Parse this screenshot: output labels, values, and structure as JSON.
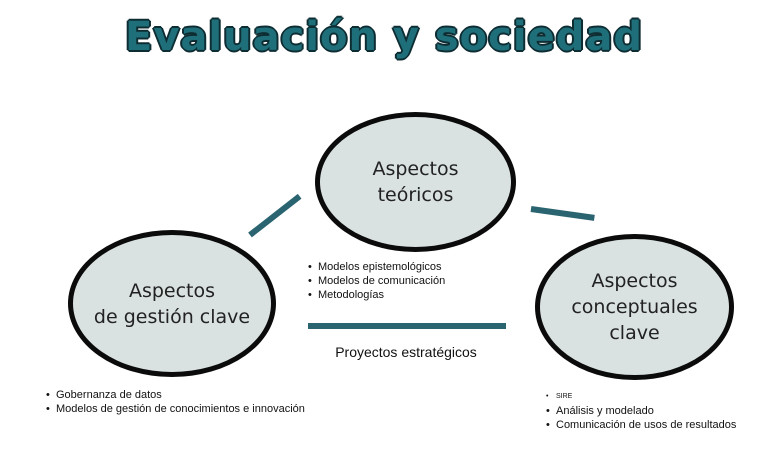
{
  "title": "Evaluación y sociedad",
  "nodes": {
    "theoretical": {
      "label": "Aspectos\nteóricos"
    },
    "management": {
      "label": "Aspectos\nde gestión clave"
    },
    "conceptual": {
      "label": "Aspectos\nconceptuales\nclave"
    }
  },
  "lists": {
    "theoretical": [
      "Modelos epistemológicos",
      "Modelos de comunicación",
      "Metodologías"
    ],
    "management": [
      "Gobernanza de datos",
      "Modelos de gestión de conocimientos e innovación"
    ],
    "conceptual": [
      "SIRE",
      "Análisis y modelado",
      "Comunicación de usos de resultados"
    ]
  },
  "center_label": "Proyectos estratégicos",
  "colors": {
    "title": "#1f6f7a",
    "ellipse_fill": "#d9e1e1",
    "connector": "#2a6470"
  }
}
